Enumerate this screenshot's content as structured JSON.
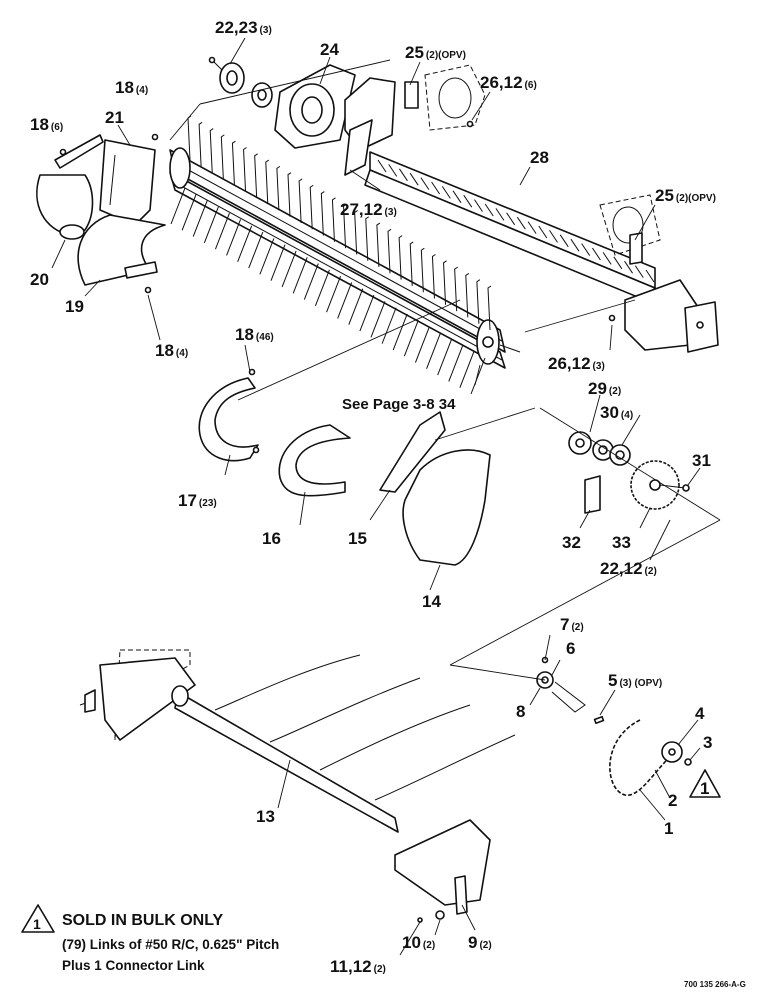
{
  "callouts": [
    {
      "id": "c-22-23",
      "main": "22,23",
      "sub": "(3)"
    },
    {
      "id": "c-24",
      "main": "24",
      "sub": ""
    },
    {
      "id": "c-25-top",
      "main": "25",
      "sub": "(2)(OPV)"
    },
    {
      "id": "c-18-4-top",
      "main": "18",
      "sub": "(4)"
    },
    {
      "id": "c-26-12-6",
      "main": "26,12",
      "sub": "(6)"
    },
    {
      "id": "c-18-6",
      "main": "18",
      "sub": "(6)"
    },
    {
      "id": "c-21",
      "main": "21",
      "sub": ""
    },
    {
      "id": "c-28",
      "main": "28",
      "sub": ""
    },
    {
      "id": "c-27-12",
      "main": "27,12",
      "sub": "(3)"
    },
    {
      "id": "c-25-right",
      "main": "25",
      "sub": "(2)(OPV)"
    },
    {
      "id": "c-20",
      "main": "20",
      "sub": ""
    },
    {
      "id": "c-19",
      "main": "19",
      "sub": ""
    },
    {
      "id": "c-18-4-bot",
      "main": "18",
      "sub": "(4)"
    },
    {
      "id": "c-18-46",
      "main": "18",
      "sub": "(46)"
    },
    {
      "id": "c-26-12-3",
      "main": "26,12",
      "sub": "(3)"
    },
    {
      "id": "c-34",
      "main": "See Page 3-8 34",
      "sub": ""
    },
    {
      "id": "c-29",
      "main": "29",
      "sub": "(2)"
    },
    {
      "id": "c-30",
      "main": "30",
      "sub": "(4)"
    },
    {
      "id": "c-31",
      "main": "31",
      "sub": ""
    },
    {
      "id": "c-17",
      "main": "17",
      "sub": "(23)"
    },
    {
      "id": "c-16",
      "main": "16",
      "sub": ""
    },
    {
      "id": "c-15",
      "main": "15",
      "sub": ""
    },
    {
      "id": "c-32",
      "main": "32",
      "sub": ""
    },
    {
      "id": "c-33",
      "main": "33",
      "sub": ""
    },
    {
      "id": "c-22-12",
      "main": "22,12",
      "sub": "(2)"
    },
    {
      "id": "c-14",
      "main": "14",
      "sub": ""
    },
    {
      "id": "c-7",
      "main": "7",
      "sub": "(2)"
    },
    {
      "id": "c-6",
      "main": "6",
      "sub": ""
    },
    {
      "id": "c-5",
      "main": "5",
      "sub": "(3) (OPV)"
    },
    {
      "id": "c-8",
      "main": "8",
      "sub": ""
    },
    {
      "id": "c-4",
      "main": "4",
      "sub": ""
    },
    {
      "id": "c-3",
      "main": "3",
      "sub": ""
    },
    {
      "id": "c-2",
      "main": "2",
      "sub": ""
    },
    {
      "id": "c-1",
      "main": "1",
      "sub": ""
    },
    {
      "id": "c-13",
      "main": "13",
      "sub": ""
    },
    {
      "id": "c-9",
      "main": "9",
      "sub": "(2)"
    },
    {
      "id": "c-10",
      "main": "10",
      "sub": "(2)"
    },
    {
      "id": "c-11-12",
      "main": "11,12",
      "sub": "(2)"
    }
  ],
  "warning_marker": "1",
  "note": {
    "marker": "1",
    "title": "SOLD IN BULK ONLY",
    "line1": "(79) Links of #50 R/C, 0.625\" Pitch",
    "line2": "Plus 1 Connector Link"
  },
  "drawing_number": "700 135 266-A-G"
}
